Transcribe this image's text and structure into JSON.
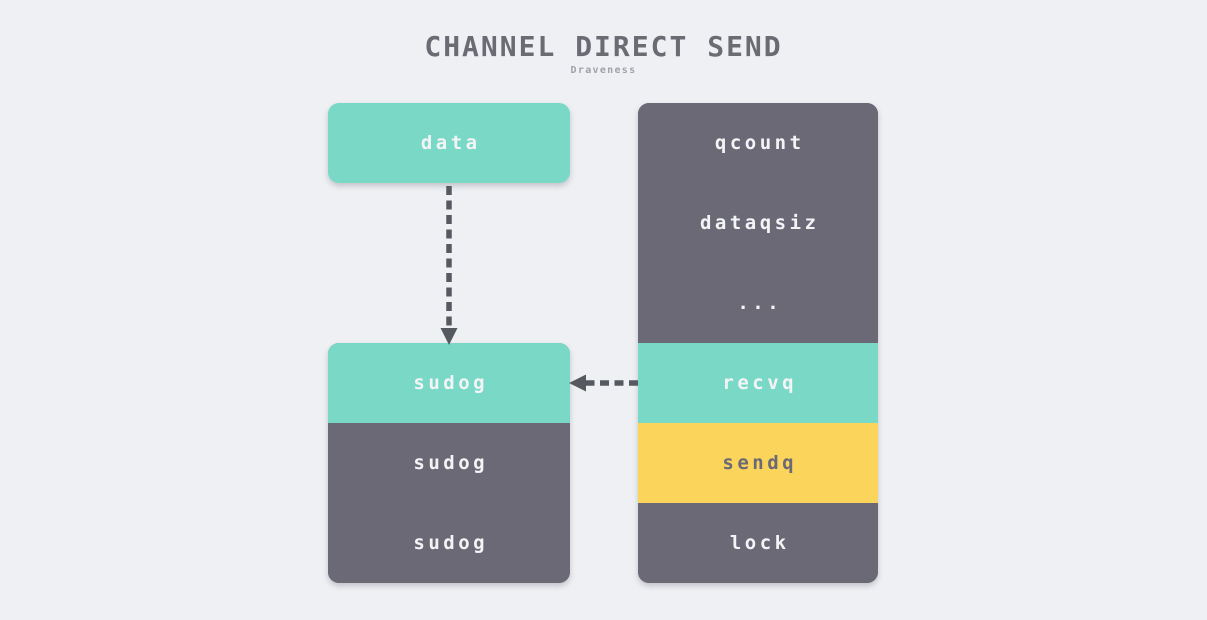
{
  "title": "CHANNEL DIRECT SEND",
  "subtitle": "Draveness",
  "colors": {
    "background": "#eef0f3",
    "teal": "#7ad8c6",
    "gray": "#6b6975",
    "yellow": "#fbd45c",
    "arrow": "#565a60",
    "title_text": "#6b6b74",
    "subtitle_text": "#a1a1aa",
    "light_text": "#f2f4f6"
  },
  "data_box": {
    "label": "data",
    "variant": "teal"
  },
  "sudog_box": {
    "rows": [
      {
        "label": "sudog",
        "variant": "teal"
      },
      {
        "label": "sudog",
        "variant": "gray"
      },
      {
        "label": "sudog",
        "variant": "gray"
      }
    ]
  },
  "hchan_box": {
    "rows": [
      {
        "label": "qcount",
        "variant": "gray"
      },
      {
        "label": "dataqsiz",
        "variant": "gray"
      },
      {
        "label": "...",
        "variant": "gray"
      },
      {
        "label": "recvq",
        "variant": "teal"
      },
      {
        "label": "sendq",
        "variant": "yellow"
      },
      {
        "label": "lock",
        "variant": "gray"
      }
    ]
  },
  "arrows": [
    {
      "name": "data-to-sudog",
      "direction": "down",
      "style": "dashed"
    },
    {
      "name": "recvq-to-sudog",
      "direction": "left",
      "style": "dashed"
    }
  ]
}
